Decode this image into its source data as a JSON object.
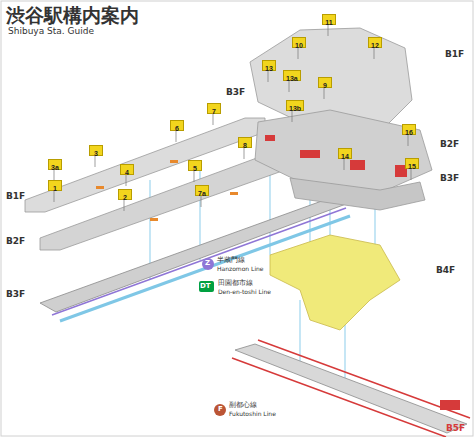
{
  "diagram": {
    "title": "渋谷駅構内案内",
    "nodes": [
      {
        "text": [
          "11"
        ]
      },
      {
        "text": [
          "10"
        ]
      },
      {
        "text": [
          "12"
        ]
      },
      {
        "text": [
          "13"
        ]
      },
      {
        "text": [
          "13a"
        ]
      },
      {
        "text": [
          "9"
        ]
      },
      {
        "text": [
          "7"
        ]
      },
      {
        "text": [
          "13b"
        ]
      },
      {
        "text": [
          "6"
        ]
      },
      {
        "text": [
          "16"
        ]
      },
      {
        "text": [
          "8"
        ]
      },
      {
        "text": [
          "3"
        ]
      },
      {
        "text": [
          "14"
        ]
      },
      {
        "text": [
          "5"
        ]
      },
      {
        "text": [
          "3a"
        ]
      },
      {
        "text": [
          "4"
        ]
      },
      {
        "text": [
          "15"
        ]
      },
      {
        "text": [
          "1"
        ]
      },
      {
        "text": [
          "2"
        ]
      },
      {
        "text": [
          "7a"
        ]
      }
    ],
    "labels": [
      "Shibuya Sta. Guide",
      "B1F",
      "B3F",
      "B2F",
      "B3F",
      "B1F",
      "B2F",
      "B3F",
      "B4F",
      "B5F",
      "Z",
      "半蔵門線",
      "Hanzomon Line",
      "DT",
      "田園都市線",
      "Den-en-toshi Line",
      "F",
      "副都心線",
      "Fukutoshin Line"
    ]
  }
}
